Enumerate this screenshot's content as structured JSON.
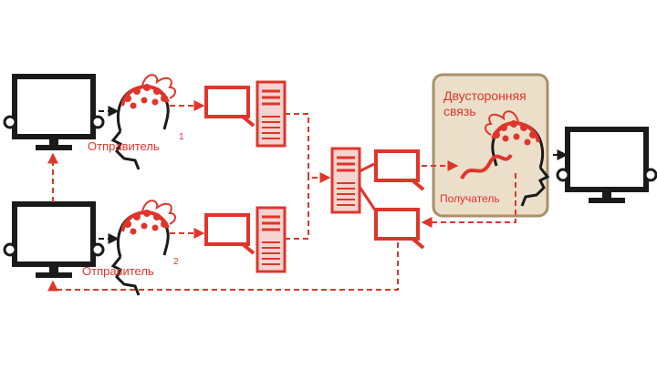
{
  "colors": {
    "accent": "#e0352b",
    "dark": "#1a1a1a",
    "panel_fill": "#ecdfc9",
    "panel_border": "#a8916a",
    "server_fill": "#f4d4d0"
  },
  "labels": {
    "sender1": "Отправитель",
    "sender1_index": "1",
    "sender2": "Отправитель",
    "sender2_index": "2",
    "two_way_line1": "Двусторонняя",
    "two_way_line2": "связь",
    "receiver": "Получатель"
  },
  "icons": {
    "monitor": "monitor-icon",
    "eeg_head": "eeg-head-icon",
    "server": "server-tower-icon",
    "small_screen": "small-monitor-icon"
  }
}
